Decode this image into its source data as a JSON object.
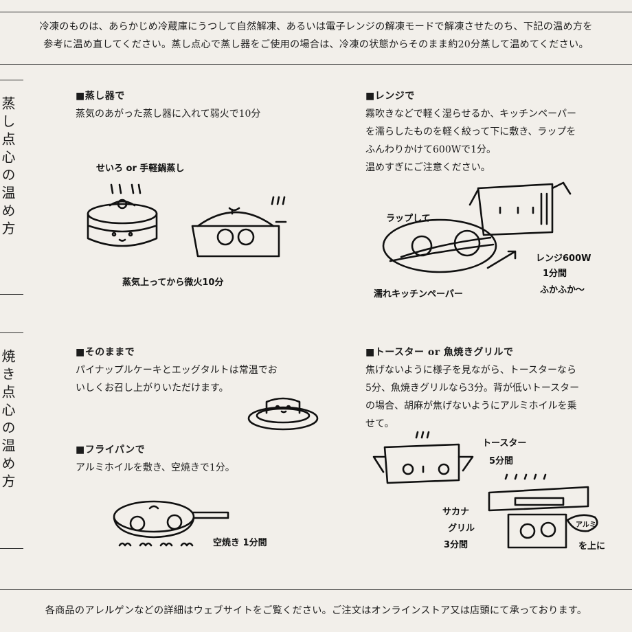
{
  "intro": {
    "line1": "冷凍のものは、あらかじめ冷蔵庫にうつして自然解凍、あるいは電子レンジの解凍モードで解凍させたのち、下記の温め方を",
    "line2": "参考に温め直してください。蒸し点心で蒸し器をご使用の場合は、冷凍の状態からそのまま約20分蒸して温めてください。"
  },
  "steamed_title": "蒸し点心の温め方",
  "baked_title": "焼き点心の温め方",
  "steamer": {
    "heading": "■蒸し器で",
    "body": [
      "蒸気のあがった蒸し器に入れて弱火で10分"
    ],
    "hand_top": "せいろ or 手軽鍋蒸し",
    "hand_bottom": "蒸気上ってから微火10分"
  },
  "microwave": {
    "heading": "■レンジで",
    "body": [
      "霧吹きなどで軽く湿らせるか、キッチンペーパー",
      "を濡らしたものを軽く絞って下に敷き、ラップを",
      "ふんわりかけて600Wで1分。",
      "温めすぎにご注意ください。"
    ],
    "hand_wrap": "ラップして",
    "hand_paper": "濡れキッチンペーパー",
    "hand_range": [
      "レンジ600W",
      "1分間",
      "ふかふか〜"
    ]
  },
  "as_is": {
    "heading": "■そのままで",
    "body": [
      "パイナップルケーキとエッグタルトは常温でお",
      "いしくお召し上がりいただけます。"
    ]
  },
  "frypan": {
    "heading": "■フライパンで",
    "body": [
      "アルミホイルを敷き、空焼きで1分。"
    ],
    "hand": "空焼き 1分間"
  },
  "toaster": {
    "heading": "■トースター or 魚焼きグリルで",
    "body": [
      "焦げないように様子を見ながら、トースターなら",
      "5分、魚焼きグリルなら3分。背が低いトースター",
      "の場合、胡麻が焦げないようにアルミホイルを乗",
      "せて。"
    ],
    "hand_toaster": [
      "トースター",
      "5分間"
    ],
    "hand_grill": [
      "サカナ",
      "グリル",
      "3分間"
    ],
    "hand_foil": "アルミ",
    "hand_top": "を上に"
  },
  "footer": "各商品のアレルゲンなどの詳細はウェブサイトをご覧ください。ご注文はオンラインストア又は店頭にて承っております。"
}
